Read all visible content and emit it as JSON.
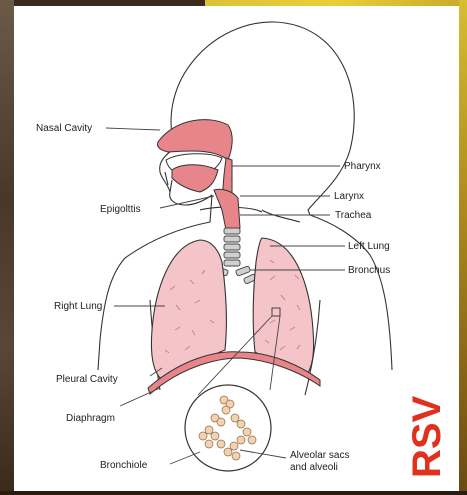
{
  "labels": {
    "nasal_cavity": "Nasal Cavity",
    "pharynx": "Pharynx",
    "larynx": "Larynx",
    "epiglottis": "Epigolttis",
    "trachea": "Trachea",
    "left_lung": "Left Lung",
    "bronchus": "Bronchus",
    "right_lung": "Right Lung",
    "pleural_cavity": "Pleural Cavity",
    "diaphragm": "Diaphragm",
    "bronchiole": "Bronchiole",
    "alveolar_1": "Alveolar sacs",
    "alveolar_2": "and alveoli"
  },
  "watermark": "RSV",
  "colors": {
    "lung": "#f4c4c8",
    "airway": "#e8858a",
    "rsv": "#e0301e"
  }
}
